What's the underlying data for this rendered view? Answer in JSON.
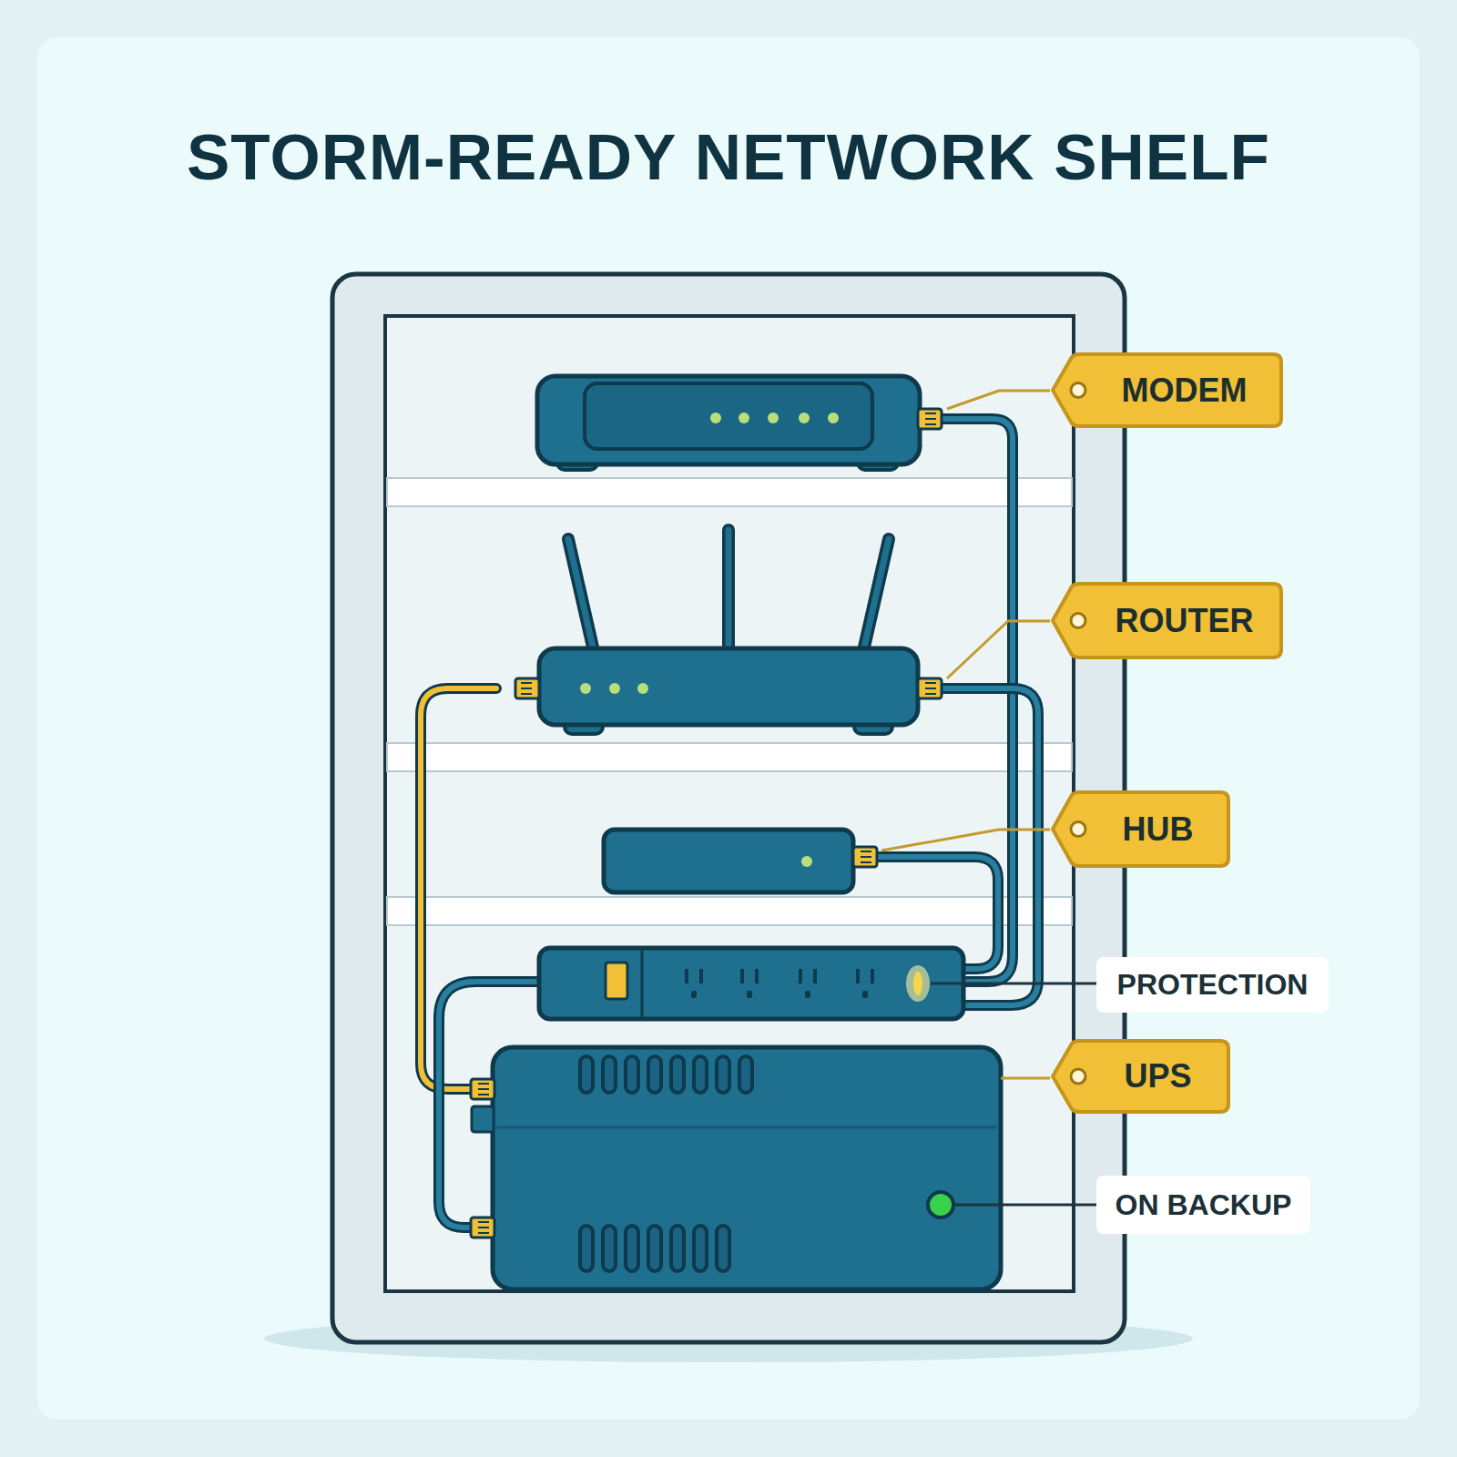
{
  "diagram": {
    "title": "STORM-READY NETWORK SHELF",
    "nodes": [
      {
        "text": [
          "MODEM"
        ]
      },
      {
        "text": [
          "ROUTER"
        ]
      },
      {
        "text": [
          "HUB"
        ]
      },
      {
        "text": [
          "PROTECTION"
        ]
      },
      {
        "text": [
          "UPS"
        ]
      },
      {
        "text": [
          "ON BACKUP"
        ]
      }
    ]
  }
}
